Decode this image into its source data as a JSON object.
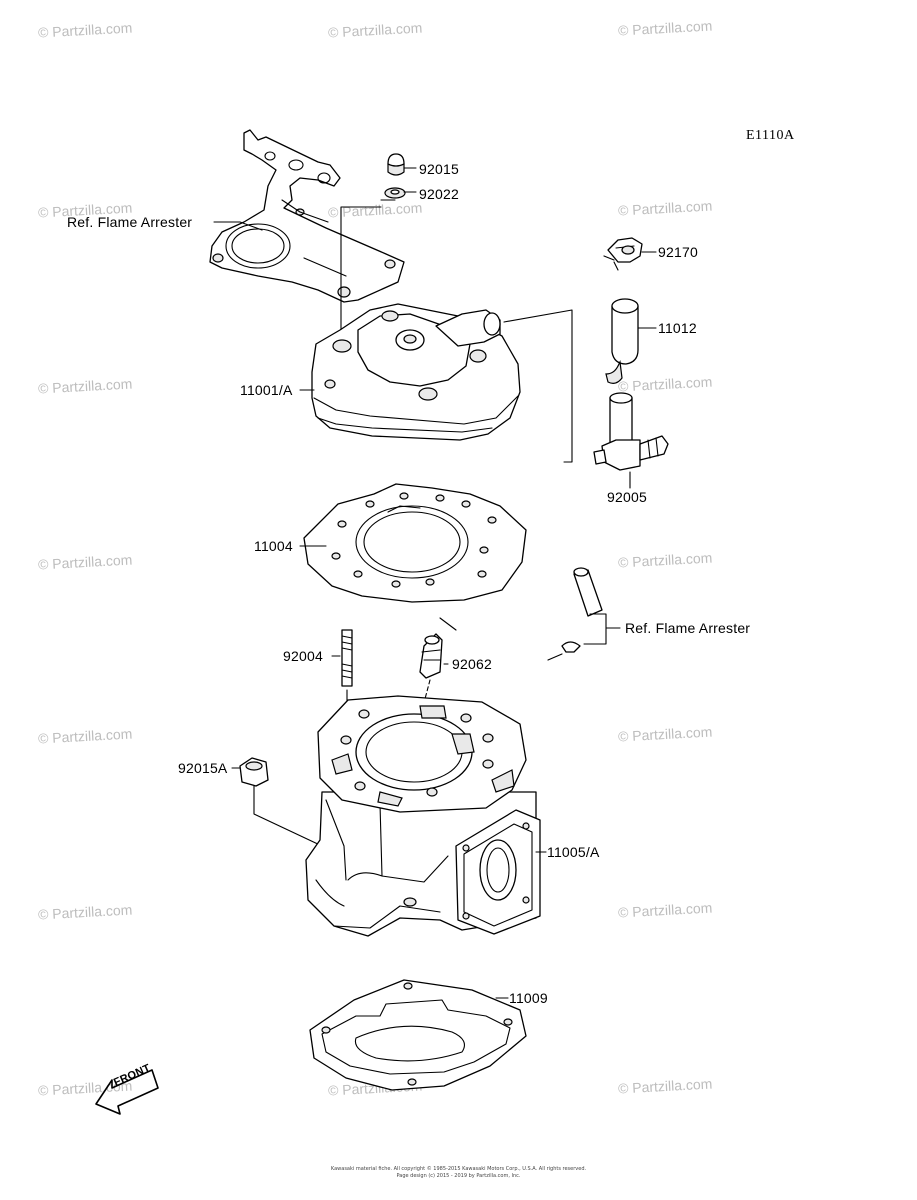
{
  "watermark": "© Partzilla.com",
  "diagram_code": "E1110A",
  "labels": {
    "p92015": "92015",
    "p92022": "92022",
    "ref_flame_arrester_top": "Ref. Flame Arrester",
    "p92170": "92170",
    "p11012": "11012",
    "p11001A": "11001/A",
    "p92005": "92005",
    "p11004": "11004",
    "ref_flame_arrester_mid": "Ref. Flame Arrester",
    "p92004": "92004",
    "p92062": "92062",
    "p92015A": "92015A",
    "p11005A": "11005/A",
    "p11009": "11009"
  },
  "front_arrow": "FRONT",
  "footer": {
    "line1": "Kawasaki material fiche. All copyright © 1985-2015 Kawasaki Motors Corp., U.S.A. All rights reserved.",
    "line2": "Page design (c) 2015 - 2019 by Partzilla.com, Inc."
  }
}
